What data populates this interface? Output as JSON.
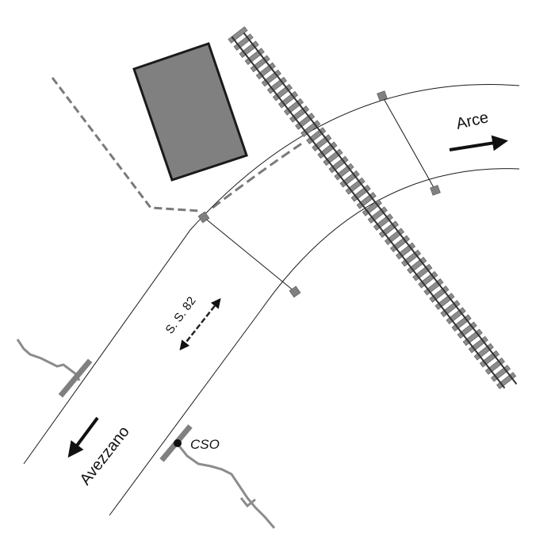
{
  "labels": {
    "arce": "Arce",
    "avezzano": "Avezzano",
    "road_name": "S. S. 82",
    "cso": "CSO"
  },
  "colors": {
    "background": "#ffffff",
    "road_edge": "#1a1a1a",
    "building_fill": "#808080",
    "building_stroke": "#1a1a1a",
    "rail": "#333333",
    "sleeper": "#8c8c8c",
    "marker": "#808080",
    "stream": "#8c8c8c",
    "dashed_boundary": "#7a7a7a"
  },
  "icons": {
    "arce_direction": "arrow-right-icon",
    "avezzano_direction": "arrow-down-left-icon",
    "road_direction": "double-arrow-icon",
    "cso_point": "filled-circle-icon"
  }
}
